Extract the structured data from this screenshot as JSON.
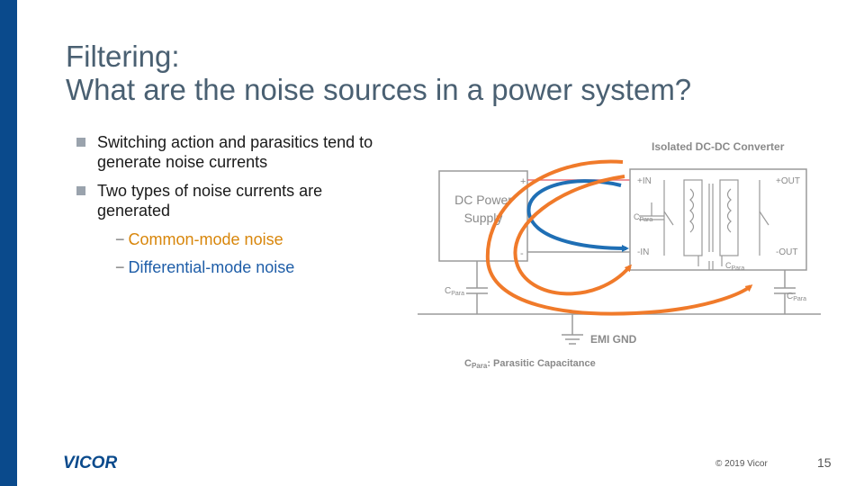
{
  "title": {
    "line1": "Filtering:",
    "line2": "What are the noise sources in a power system?"
  },
  "bullets": [
    {
      "text": "Switching action and parasitics tend to generate noise currents"
    },
    {
      "text": "Two types of noise currents are generated"
    }
  ],
  "sub_bullets": {
    "dash": "−",
    "common_mode": "Common-mode noise",
    "differential_mode": "Differential-mode noise"
  },
  "diagram": {
    "converter_title": "Isolated DC-DC Converter",
    "supply_line1": "DC Power",
    "supply_line2": "Supply",
    "plus": "+",
    "minus": "-",
    "in_pos": "+IN",
    "in_neg": "-IN",
    "out_pos": "+OUT",
    "out_neg": "-OUT",
    "cpara_c": "C",
    "cpara_sub": "Para",
    "emi_gnd": "EMI GND",
    "legend_suffix": ": Parasitic Capacitance",
    "colors": {
      "common_mode": "#f07a2a",
      "differential_mode": "#1f6fb5",
      "supply_line": "#e8707a",
      "wire": "#9a9a9a",
      "label": "#8a8a8a"
    }
  },
  "footer": {
    "logo": "VICOR",
    "copyright": "© 2019 Vicor",
    "page_number": "15"
  }
}
